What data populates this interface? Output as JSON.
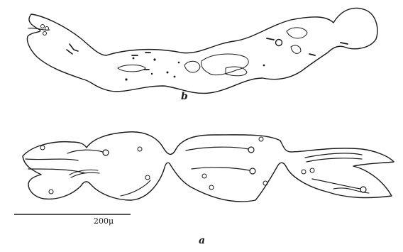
{
  "figure": {
    "label_b": "b",
    "label_a": "a",
    "scale_bar_label": "200μ"
  },
  "colors": {
    "ink": "#1a1a1a",
    "stipple": "#555555",
    "background": "#ffffff"
  }
}
